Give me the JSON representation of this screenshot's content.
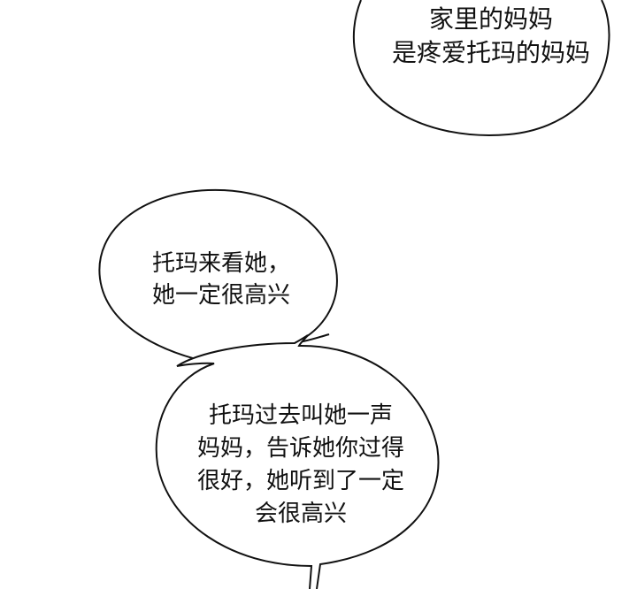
{
  "panel": {
    "background_color": "#ffffff",
    "outline_color": "#111111"
  },
  "bubbles": [
    {
      "id": "top-right",
      "lines": [
        "家里的妈妈",
        "是疼爱托玛的妈妈"
      ]
    },
    {
      "id": "middle-left",
      "lines": [
        "托玛来看她，",
        "她一定很高兴"
      ]
    },
    {
      "id": "bottom",
      "lines": [
        "托玛过去叫她一声",
        "妈妈，告诉她你过得",
        "很好，她听到了一定",
        "会很高兴"
      ]
    }
  ]
}
